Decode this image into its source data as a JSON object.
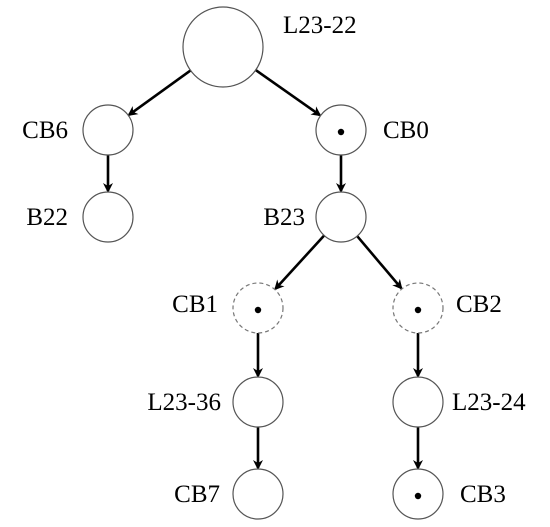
{
  "diagram": {
    "nodes": [
      {
        "id": "L23-22",
        "label": "L23-22",
        "marked": false,
        "dashed": false
      },
      {
        "id": "CB6",
        "label": "CB6",
        "marked": false,
        "dashed": false
      },
      {
        "id": "CB0",
        "label": "CB0",
        "marked": true,
        "dashed": false
      },
      {
        "id": "B22",
        "label": "B22",
        "marked": false,
        "dashed": false
      },
      {
        "id": "B23",
        "label": "B23",
        "marked": false,
        "dashed": false
      },
      {
        "id": "CB1",
        "label": "CB1",
        "marked": true,
        "dashed": true
      },
      {
        "id": "CB2",
        "label": "CB2",
        "marked": true,
        "dashed": true
      },
      {
        "id": "L23-36",
        "label": "L23-36",
        "marked": false,
        "dashed": false
      },
      {
        "id": "L23-24",
        "label": "L23-24",
        "marked": false,
        "dashed": false
      },
      {
        "id": "CB7",
        "label": "CB7",
        "marked": false,
        "dashed": false
      },
      {
        "id": "CB3",
        "label": "CB3",
        "marked": true,
        "dashed": false
      }
    ],
    "edges": [
      {
        "from": "L23-22",
        "to": "CB6"
      },
      {
        "from": "L23-22",
        "to": "CB0"
      },
      {
        "from": "CB6",
        "to": "B22"
      },
      {
        "from": "CB0",
        "to": "B23"
      },
      {
        "from": "B23",
        "to": "CB1"
      },
      {
        "from": "B23",
        "to": "CB2"
      },
      {
        "from": "CB1",
        "to": "L23-36"
      },
      {
        "from": "CB2",
        "to": "L23-24"
      },
      {
        "from": "L23-36",
        "to": "CB7"
      },
      {
        "from": "L23-24",
        "to": "CB3"
      }
    ]
  }
}
